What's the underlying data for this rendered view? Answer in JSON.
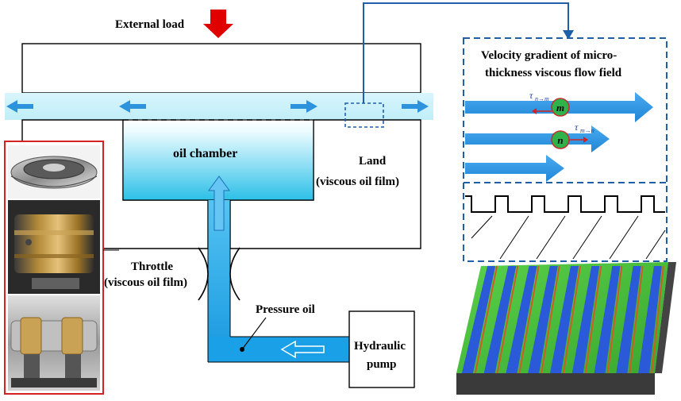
{
  "labels": {
    "external_load": "External load",
    "oil_chamber": "oil chamber",
    "land_line1": "Land",
    "land_line2": "(viscous oil film)",
    "throttle_line1": "Throttle",
    "throttle_line2": "(viscous oil film)",
    "pressure_oil": "Pressure oil",
    "pump_line1": "Hydraulic",
    "pump_line2": "pump"
  },
  "inset": {
    "title_line1": "Velocity gradient of micro-",
    "title_line2": "thickness viscous flow field",
    "tau_nm": "τ",
    "tau_nm_sub": "n→m",
    "tau_mn": "τ",
    "tau_mn_sub": "m→n",
    "particle_m": "m",
    "particle_n": "n"
  },
  "colors": {
    "arrow_blue": "#2e93dd",
    "oil_light": "#bfeef8",
    "oil_gradient_top": "#ffffff",
    "pipe_blue": "#1aa0e6",
    "load_arrow": "#e00000",
    "photo_frame": "#d42222",
    "inset_border": "#1f5fa8",
    "particle_green": "#2fb24a",
    "particle_edge": "#c03030",
    "surface_green": "#4cc23c"
  },
  "photos": [
    {
      "name": "thrust-bearing-photo"
    },
    {
      "name": "spindle-bearing-photo"
    },
    {
      "name": "shaft-assembly-photo"
    }
  ]
}
